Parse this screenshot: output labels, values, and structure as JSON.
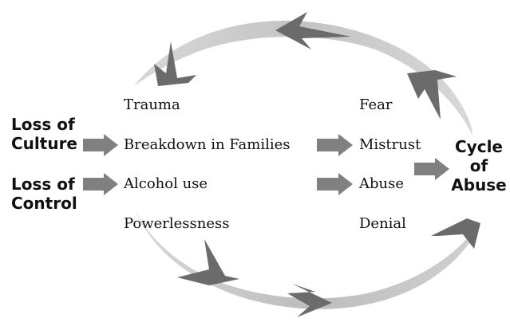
{
  "causes": {
    "loss_of_culture": [
      "Loss of",
      "Culture"
    ],
    "loss_of_control": [
      "Loss of",
      "Control"
    ]
  },
  "factors": {
    "left_column": [
      "Trauma",
      "Breakdown in Families",
      "Alcohol use",
      "Powerlessness"
    ],
    "right_column": [
      "Fear",
      "Mistrust",
      "Abuse",
      "Denial"
    ]
  },
  "outcome": [
    "Cycle",
    "of",
    "Abuse"
  ],
  "colors": {
    "arrow_fill": "#808080",
    "cycle_light": "#cfcfcf",
    "cycle_dark": "#6b6b6b",
    "text": "#111111"
  }
}
